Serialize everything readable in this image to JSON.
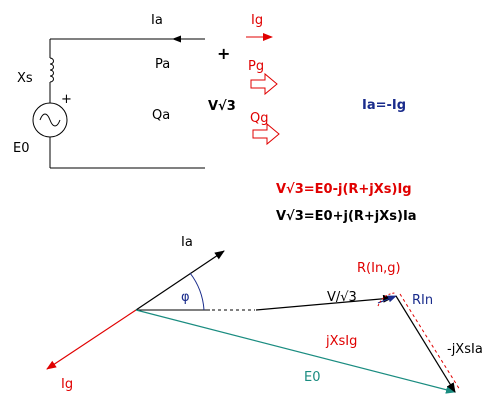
{
  "colors": {
    "black": "#000000",
    "red": "#e00000",
    "navy": "#1a2c8c",
    "teal": "#1a8c80"
  },
  "circuit": {
    "labels": {
      "ia": "Ia",
      "xs": "Xs",
      "pa": "Pa",
      "qa": "Qa",
      "e0": "E0",
      "plus_source": "+",
      "plus_node": "+",
      "voltage": "V√3"
    },
    "grid_side": {
      "ig": "Ig",
      "pg": "Pg",
      "qg": "Qg"
    },
    "relation": "Ia=-Ig"
  },
  "equations": {
    "eq_generator": "V√3=E0-j(R+jXs)Ig",
    "eq_motor": "V√3=E0+j(R+jXs)Ia"
  },
  "phasor": {
    "labels": {
      "ia": "Ia",
      "phi": "φ",
      "ig": "Ig",
      "v": "V/√3",
      "r_ing": "R(In,g)",
      "rin": "RIn",
      "jxsig": "jXsIg",
      "minus_jxsia": "-jXsIa",
      "e0": "E0"
    }
  }
}
